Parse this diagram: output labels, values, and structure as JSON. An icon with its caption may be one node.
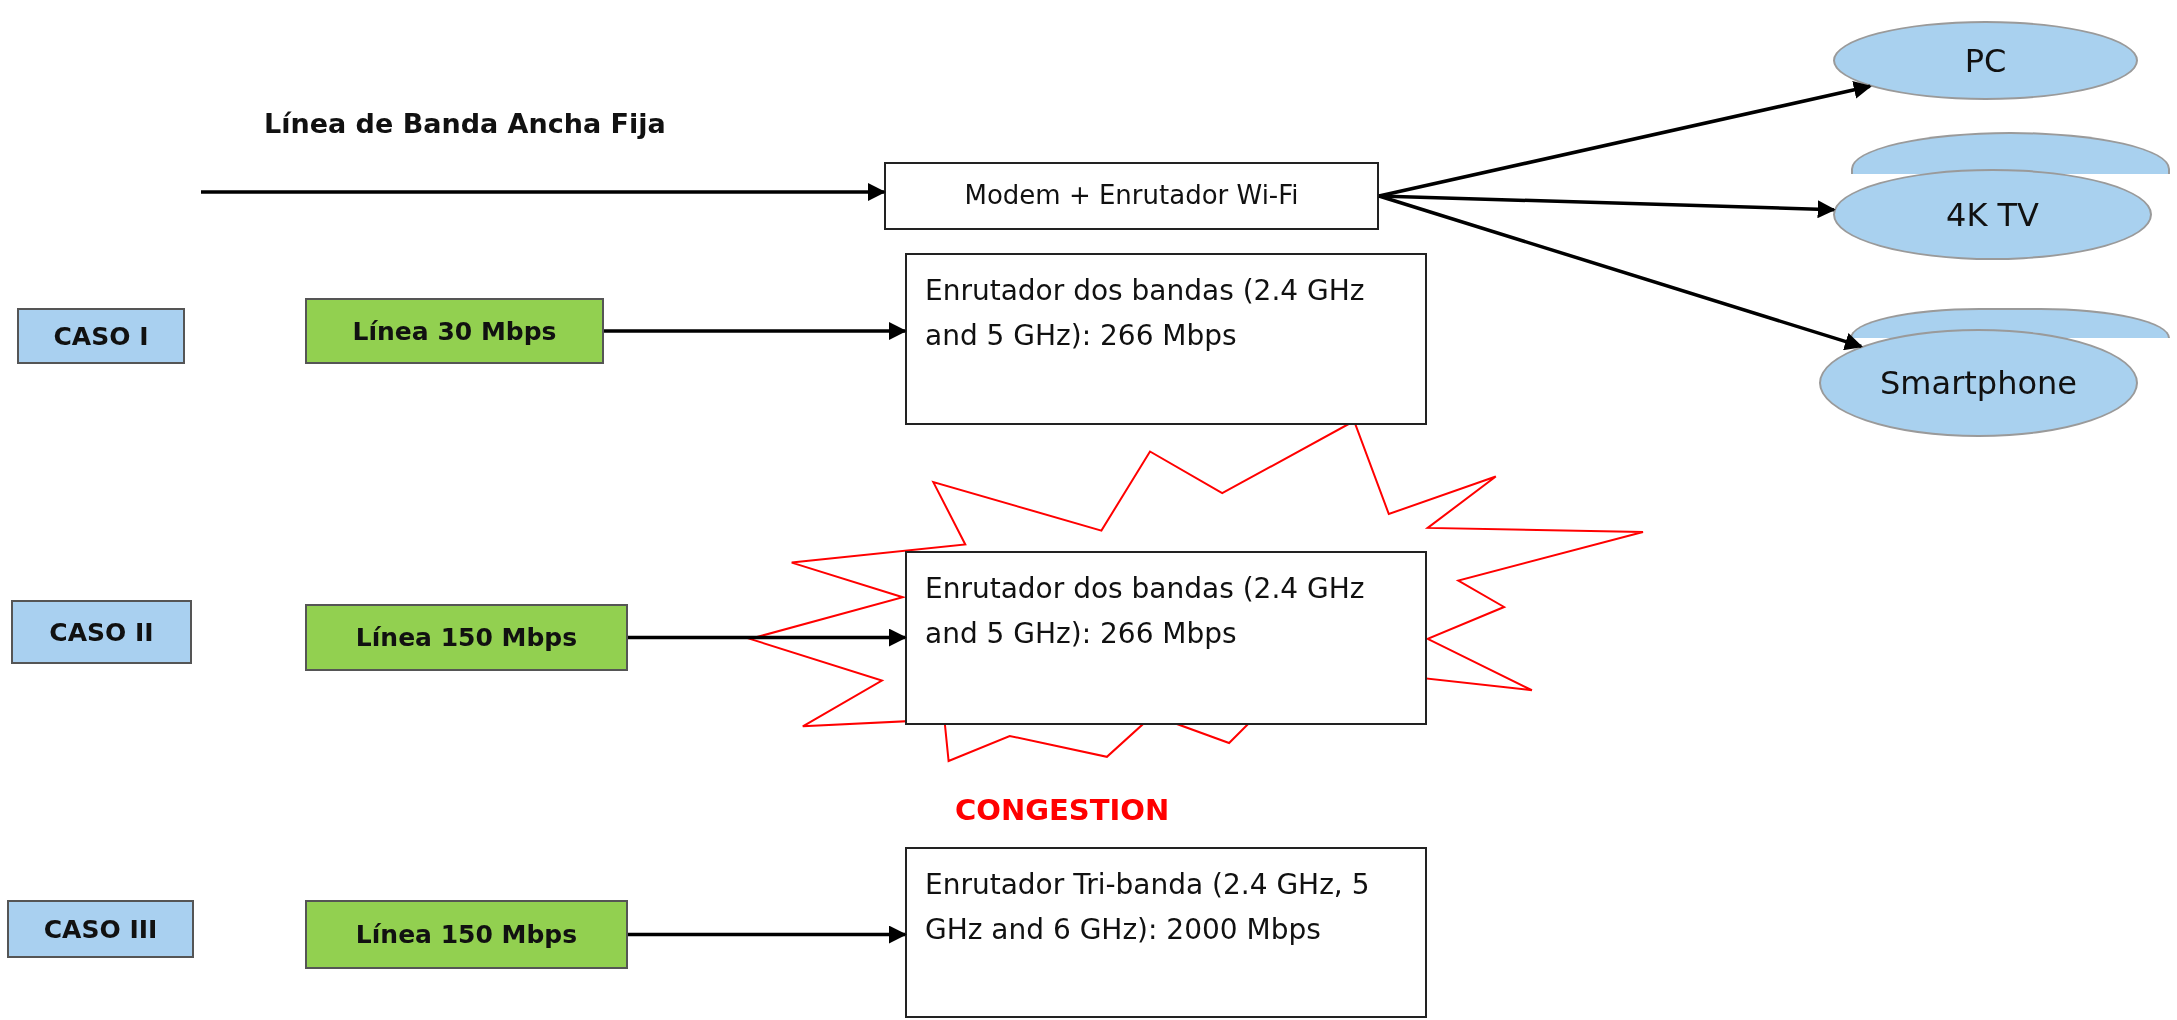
{
  "diagram": {
    "nodes": [
      {
        "text": [
          "Modem + Enrutador Wi-Fi"
        ]
      },
      {
        "text": [
          "PC"
        ]
      },
      {
        "text": [],
        "shape": "ellipse"
      },
      {
        "text": [
          "4K TV"
        ]
      },
      {
        "text": [],
        "shape": "ellipse"
      },
      {
        "text": [
          "Smartphone"
        ]
      },
      {
        "text": [
          "CASO I"
        ]
      },
      {
        "text": [
          "Línea 30 Mbps"
        ]
      },
      {
        "text": [
          "Enrutador dos bandas (2.4 GHz and 5 GHz): 266 Mbps"
        ]
      },
      {
        "text": [
          "CONGESTION"
        ]
      },
      {
        "text": [
          "CASO II"
        ]
      },
      {
        "text": [
          "Línea 150 Mbps"
        ]
      },
      {
        "text": [
          "Enrutador dos bandas (2.4 GHz and 5 GHz): 266 Mbps"
        ],
        "in": 9
      },
      {
        "text": [
          "CASO III"
        ]
      },
      {
        "text": [
          "Línea 150 Mbps"
        ]
      },
      {
        "text": [
          "Enrutador Tri-banda (2.4 GHz, 5 GHz and 6 GHz): 2000 Mbps"
        ]
      }
    ],
    "edges": [
      {
        "from": null,
        "to": 0,
        "arrow": "to",
        "label": "Línea de Banda Ancha Fija"
      },
      {
        "from": 0,
        "to": 1,
        "arrow": "to"
      },
      {
        "from": 0,
        "to": 3,
        "arrow": "to"
      },
      {
        "from": 0,
        "to": 5,
        "arrow": "to"
      },
      {
        "from": 7,
        "to": 8,
        "arrow": "to"
      },
      {
        "from": 11,
        "to": 12,
        "arrow": "to"
      },
      {
        "from": 14,
        "to": 15,
        "arrow": "to"
      }
    ]
  }
}
